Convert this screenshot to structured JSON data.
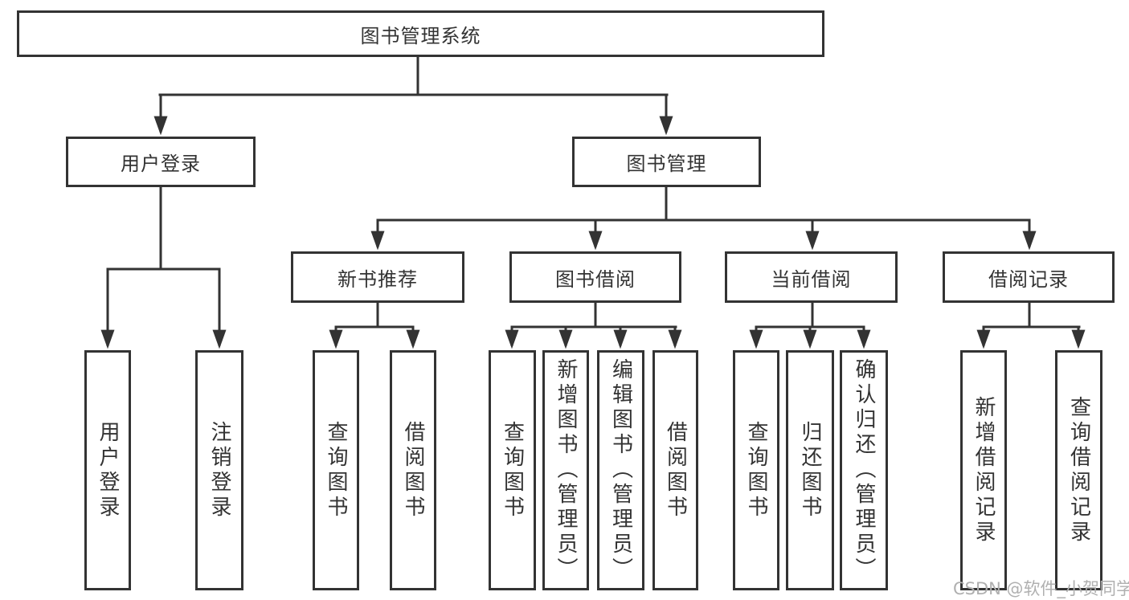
{
  "tree": {
    "label": "图书管理系统",
    "children": [
      {
        "label": "用户登录",
        "children": [
          {
            "label": "用户登录"
          },
          {
            "label": "注销登录"
          }
        ]
      },
      {
        "label": "图书管理",
        "children": [
          {
            "label": "新书推荐",
            "children": [
              {
                "label": "查询图书"
              },
              {
                "label": "借阅图书"
              }
            ]
          },
          {
            "label": "图书借阅",
            "children": [
              {
                "label": "查询图书"
              },
              {
                "label": "新增图书（管理员）"
              },
              {
                "label": "编辑图书（管理员）"
              },
              {
                "label": "借阅图书"
              }
            ]
          },
          {
            "label": "当前借阅",
            "children": [
              {
                "label": "查询图书"
              },
              {
                "label": "归还图书"
              },
              {
                "label": "确认归还（管理员）"
              }
            ]
          },
          {
            "label": "借阅记录",
            "children": [
              {
                "label": "新增借阅记录"
              },
              {
                "label": "查询借阅记录"
              }
            ]
          }
        ]
      }
    ]
  },
  "watermark": "CSDN @软件_小贺同学",
  "colors": {
    "line": "#333333",
    "text": "#333333",
    "box_border": "#333333",
    "background": "#ffffff",
    "watermark": "#b0b0b0"
  }
}
